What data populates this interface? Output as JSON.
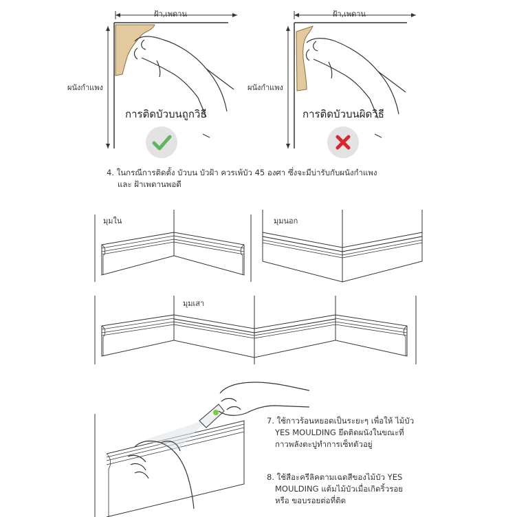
{
  "top": {
    "ceiling_label": "ฝ้า,เพดาน",
    "wall_label": "ผนังกำแพง",
    "correct_caption": "การติดบัวบนถูกวิธี",
    "wrong_caption": "การติดบัวบนผิดวิธี",
    "correct_icon": "check-icon",
    "wrong_icon": "cross-icon",
    "correct_color": "#5cb85c",
    "wrong_color": "#d9262c"
  },
  "step4": {
    "line1": "4. ในกรณีการติดตั้ง บัวบน บัวฝ้า ควรเพ้บัว 45 องศา ซึ่งจะมีบ่ารับกับผนังกำแพง",
    "line2": "และ ฝ้าเพดานพอดี"
  },
  "corners": {
    "inner": "มุมใน",
    "outer": "มุมนอก",
    "pillar": "มุมเสา"
  },
  "step7": {
    "line1": "7. ใช้กาวร้อนหยอดเป็นระยะๆ เพื่อให้ ไม้บัว",
    "line2": "YES MOULDING  ยึดติดผนังในขณะที่",
    "line3": "กาวพลังตะปูทำการเซ็ทตัวอยู่"
  },
  "step8": {
    "line1": "8. ใช้สีอะครีลิคตามเฉดสีของไม้บัว YES",
    "line2": "MOULDING  แต้มไม้บัวเมื่อเกิดริ้วรอย",
    "line3": "หรือ ขอบรอยต่อที่ติด"
  }
}
